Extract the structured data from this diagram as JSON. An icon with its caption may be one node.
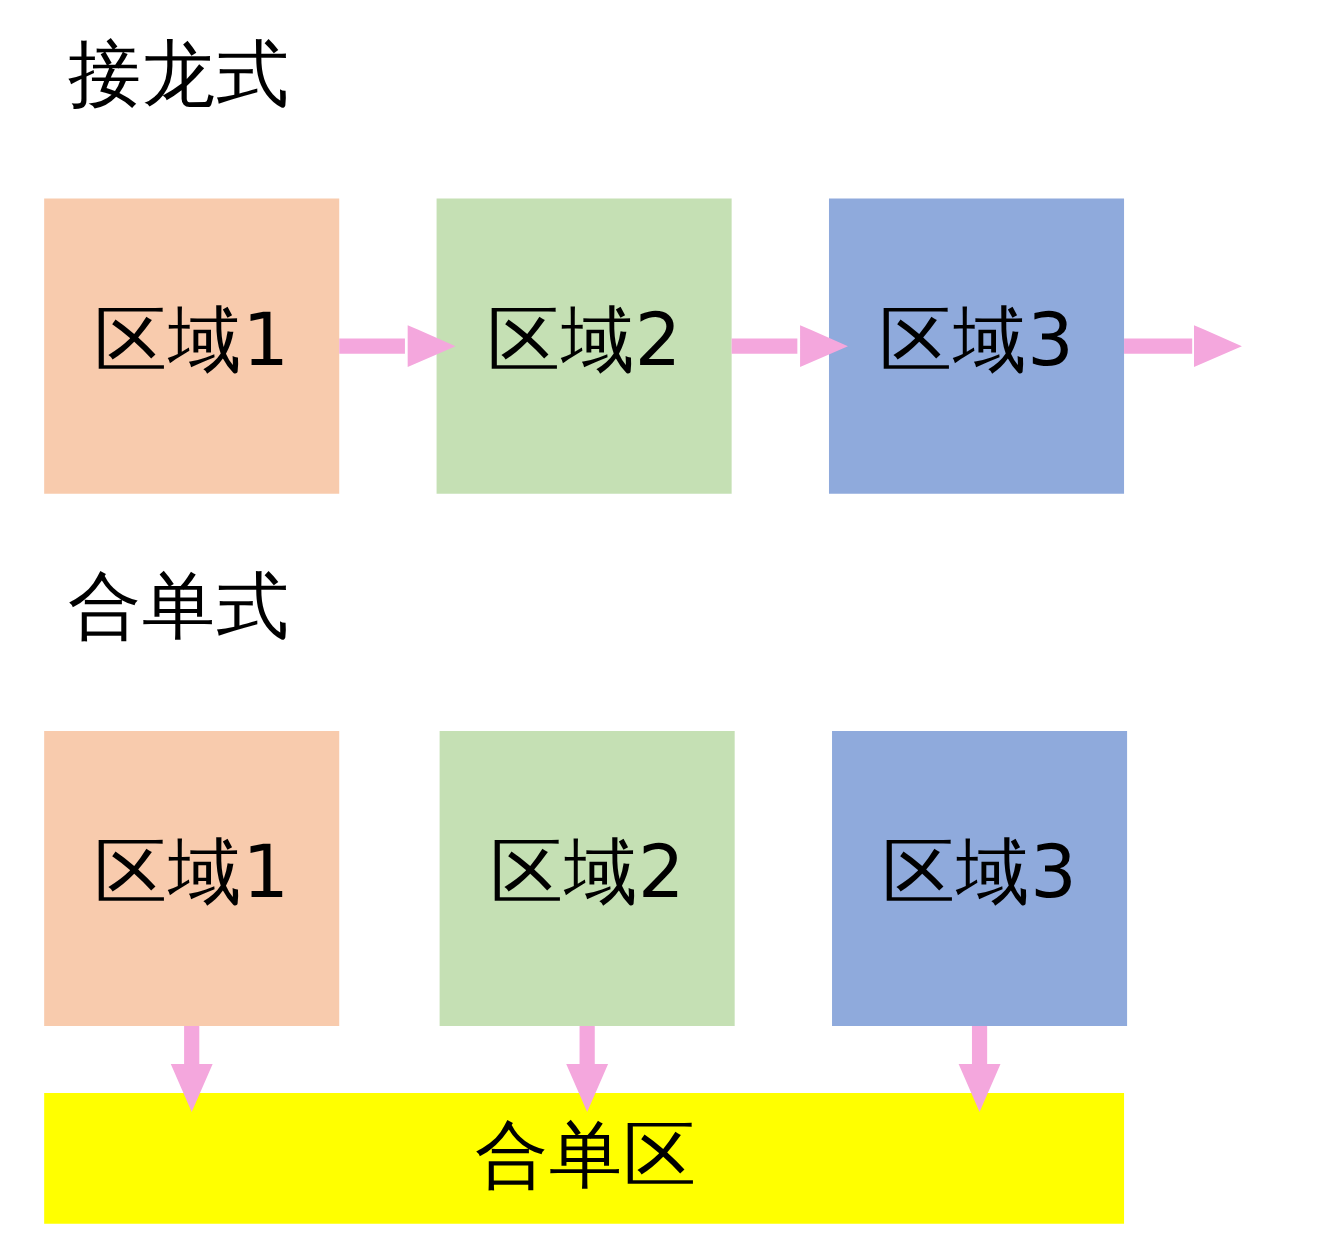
{
  "diagram": {
    "nodes": [
      {
        "text": [
          "区域1"
        ]
      },
      {
        "text": [
          "区域2"
        ]
      },
      {
        "text": [
          "区域3"
        ]
      },
      {
        "text": [
          "区域1"
        ]
      },
      {
        "text": [
          "区域2"
        ]
      },
      {
        "text": [
          "区域3"
        ]
      },
      {
        "text": [
          "合单区"
        ]
      }
    ],
    "edges": [
      {
        "from": 0,
        "to": 1,
        "arrow": "to"
      },
      {
        "from": 1,
        "to": 2,
        "arrow": "to"
      },
      {
        "from": 2,
        "to": null,
        "arrow": "to"
      },
      {
        "from": 3,
        "to": 6,
        "arrow": "to"
      },
      {
        "from": 4,
        "to": 6,
        "arrow": "to"
      },
      {
        "from": 5,
        "to": 6,
        "arrow": "to"
      }
    ],
    "labels": [
      "接龙式",
      "合单式"
    ]
  }
}
